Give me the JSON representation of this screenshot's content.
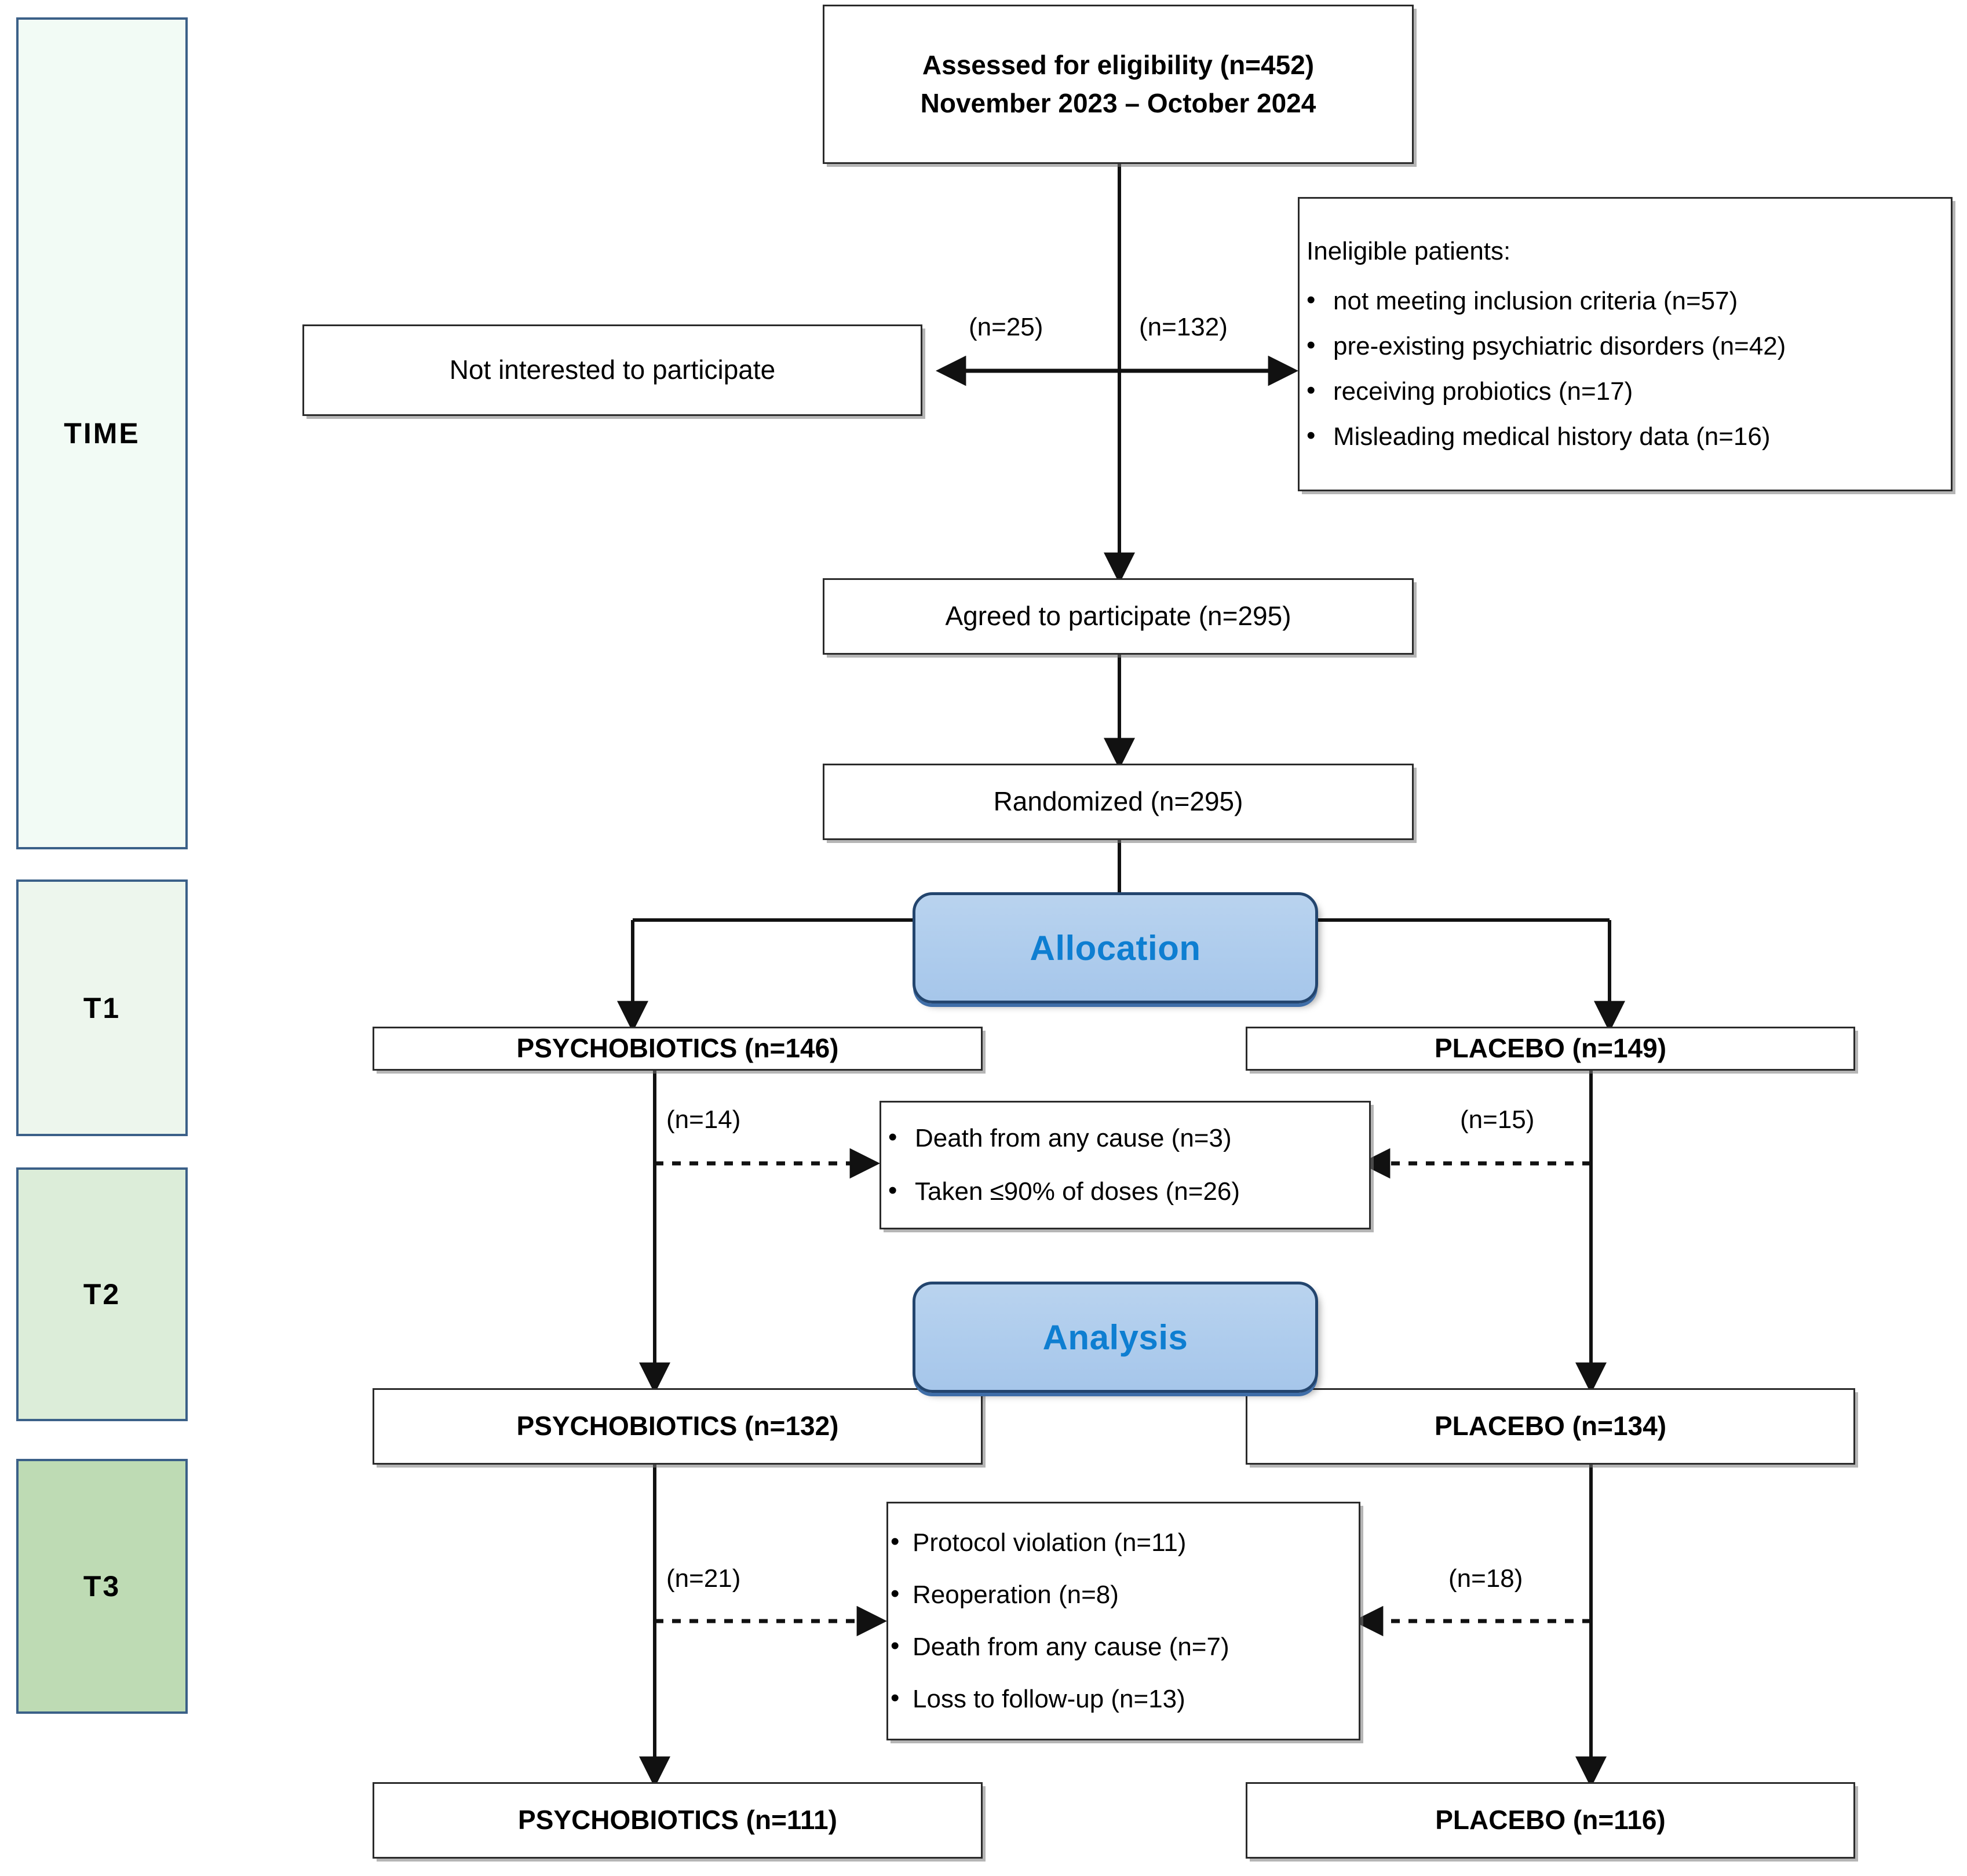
{
  "figure": {
    "type": "consort-flow-diagram",
    "colors": {
      "box_border": "#2b2b2b",
      "pill_fill": "#aecced",
      "pill_border": "#23456e",
      "pill_text": "#0e7ed1",
      "band_border": "#3b6088",
      "band_t0": "#f2fbf5",
      "band_t1": "#edf6ed",
      "band_t2": "#dcedd9",
      "band_t3": "#bedbb4"
    }
  },
  "time_bands": [
    {
      "label": "TIME"
    },
    {
      "label": "T1"
    },
    {
      "label": "T2"
    },
    {
      "label": "T3"
    }
  ],
  "stages": [
    {
      "label": "Allocation"
    },
    {
      "label": "Analysis"
    }
  ],
  "nodes": {
    "assessed": {
      "line1": "Assessed for eligibility (n=452)",
      "line2": "November 2023 – October 2024"
    },
    "not_interested": {
      "label": "Not interested to participate"
    },
    "ineligible": {
      "title": "Ineligible patients:",
      "items": [
        "not meeting inclusion criteria (n=57)",
        "pre-existing psychiatric disorders (n=42)",
        "receiving probiotics (n=17)",
        "Misleading medical history data (n=16)"
      ]
    },
    "agreed": {
      "label": "Agreed to participate (n=295)"
    },
    "randomized": {
      "label": "Randomized (n=295)"
    },
    "t1_left": {
      "label": "PSYCHOBIOTICS (n=146)"
    },
    "t1_right": {
      "label": "PLACEBO (n=149)"
    },
    "excl_t1": {
      "items": [
        "Death from any cause (n=3)",
        "Taken ≤90% of doses (n=26)"
      ]
    },
    "t2_left": {
      "label": "PSYCHOBIOTICS (n=132)"
    },
    "t2_right": {
      "label": "PLACEBO (n=134)"
    },
    "excl_t2": {
      "items": [
        "Protocol violation (n=11)",
        "Reoperation (n=8)",
        "Death from any cause (n=7)",
        "Loss to follow-up (n=13)"
      ]
    },
    "t3_left": {
      "label": "PSYCHOBIOTICS (n=111)"
    },
    "t3_right": {
      "label": "PLACEBO (n=116)"
    }
  },
  "edge_labels": {
    "not_interested_n": "(n=25)",
    "ineligible_n": "(n=132)",
    "excl_t1_left_n": "(n=14)",
    "excl_t1_right_n": "(n=15)",
    "excl_t2_left_n": "(n=21)",
    "excl_t2_right_n": "(n=18)"
  }
}
